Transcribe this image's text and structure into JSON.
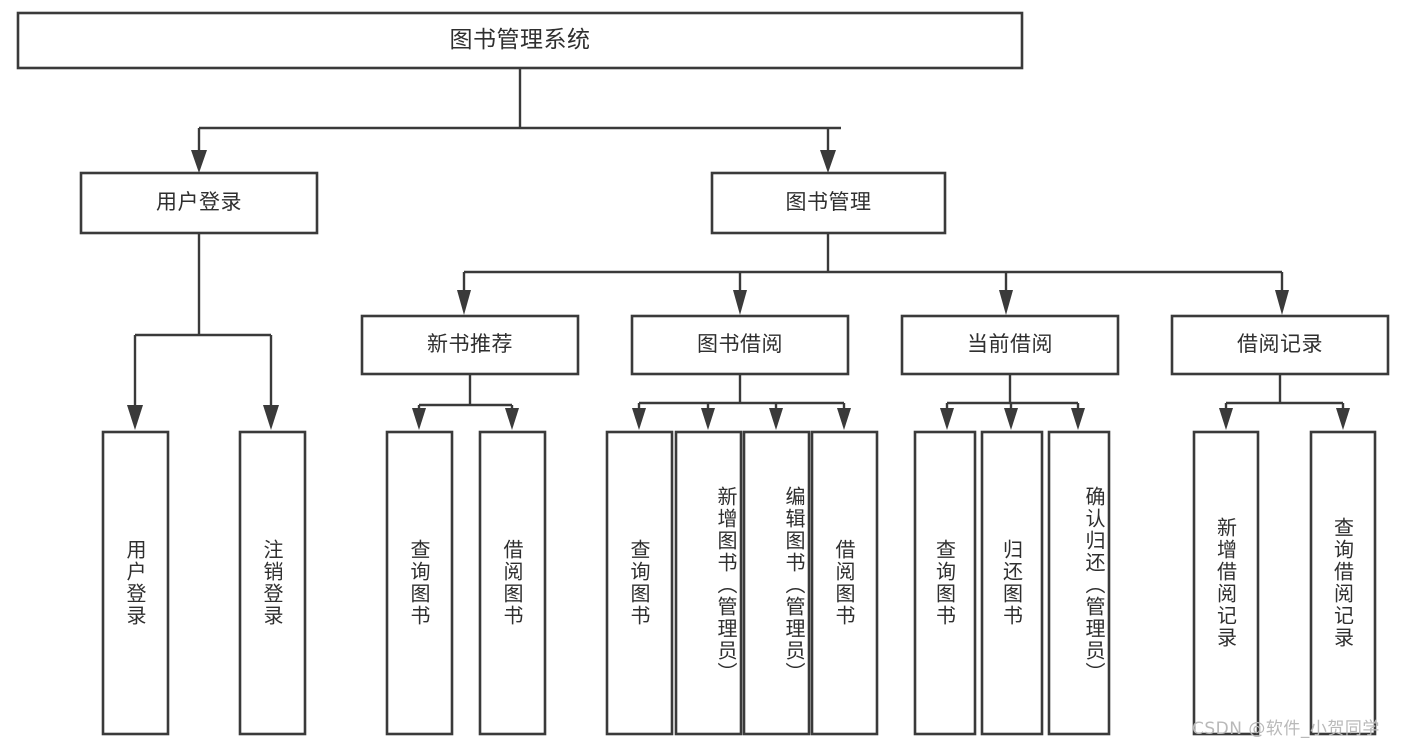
{
  "diagram": {
    "title": "图书管理系统",
    "type": "tree",
    "orientation": "top-down",
    "colors": {
      "box_stroke": "#3a3a3a",
      "box_fill": "#ffffff",
      "text": "#2f2f2f",
      "background": "#ffffff",
      "watermark": "#b9b9b9"
    },
    "root": {
      "label": "图书管理系统",
      "text_direction": "horizontal"
    },
    "level2": [
      {
        "label": "用户登录",
        "text_direction": "horizontal"
      },
      {
        "label": "图书管理",
        "text_direction": "horizontal"
      }
    ],
    "level3": [
      {
        "label": "新书推荐",
        "text_direction": "horizontal",
        "parent": "图书管理"
      },
      {
        "label": "图书借阅",
        "text_direction": "horizontal",
        "parent": "图书管理"
      },
      {
        "label": "当前借阅",
        "text_direction": "horizontal",
        "parent": "图书管理"
      },
      {
        "label": "借阅记录",
        "text_direction": "horizontal",
        "parent": "图书管理"
      }
    ],
    "leaves": {
      "user_login": [
        {
          "label": "用户登录",
          "text_direction": "vertical"
        },
        {
          "label": "注销登录",
          "text_direction": "vertical"
        }
      ],
      "new_book_recommend": [
        {
          "label": "查询图书",
          "text_direction": "vertical"
        },
        {
          "label": "借阅图书",
          "text_direction": "vertical"
        }
      ],
      "book_borrow": [
        {
          "label": "查询图书",
          "text_direction": "vertical"
        },
        {
          "label": "新增图书（管理员）",
          "text_direction": "vertical"
        },
        {
          "label": "编辑图书（管理员）",
          "text_direction": "vertical"
        },
        {
          "label": "借阅图书",
          "text_direction": "vertical"
        }
      ],
      "current_borrow": [
        {
          "label": "查询图书",
          "text_direction": "vertical"
        },
        {
          "label": "归还图书",
          "text_direction": "vertical"
        },
        {
          "label": "确认归还（管理员）",
          "text_direction": "vertical"
        }
      ],
      "borrow_record": [
        {
          "label": "新增借阅记录",
          "text_direction": "vertical"
        },
        {
          "label": "查询借阅记录",
          "text_direction": "vertical"
        }
      ]
    },
    "watermark": "CSDN @软件_小贺同学"
  }
}
